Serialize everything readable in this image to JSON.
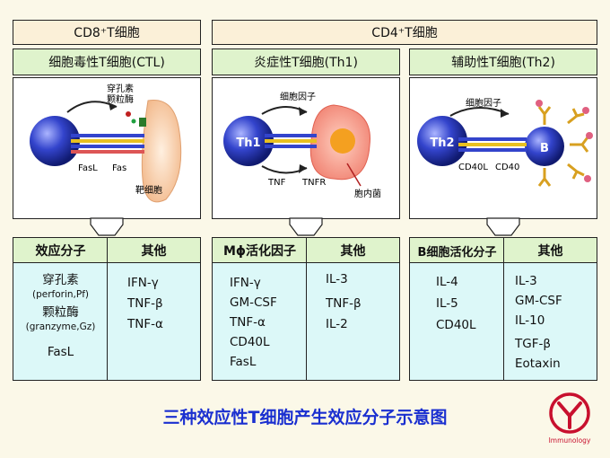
{
  "groups": {
    "cd8": {
      "label": "CD8⁺T细胞"
    },
    "cd4": {
      "label": "CD4⁺T细胞"
    }
  },
  "panels": [
    {
      "title": "细胞毒性T细胞(CTL)",
      "diagram": {
        "labels": [
          "穿孔素",
          "颗粒酶",
          "FasL",
          "Fas",
          "靶细胞"
        ]
      },
      "effector_header": "效应分子",
      "other_header": "其他",
      "effector_items": [
        {
          "name": "穿孔素",
          "note": "(perforin,Pf)"
        },
        {
          "name": "颗粒酶",
          "note": "(granzyme,Gz)"
        },
        {
          "name": "FasL",
          "note": ""
        }
      ],
      "other_items": [
        "IFN-γ",
        "TNF-β",
        "TNF-α"
      ]
    },
    {
      "title": "炎症性T细胞(Th1)",
      "diagram": {
        "cell": "Th1",
        "labels": [
          "细胞因子",
          "TNF",
          "TNFR",
          "胞内菌"
        ]
      },
      "effector_header": "Mϕ活化因子",
      "other_header": "其他",
      "effector_items": [
        "IFN-γ",
        "GM-CSF",
        "TNF-α",
        "CD40L",
        "FasL"
      ],
      "other_items": [
        "IL-3",
        "TNF-β",
        "IL-2"
      ]
    },
    {
      "title": "辅助性T细胞(Th2)",
      "diagram": {
        "cell": "Th2",
        "bcell": "B",
        "labels": [
          "细胞因子",
          "CD40L",
          "CD40"
        ]
      },
      "effector_header": "B细胞活化分子",
      "other_header": "其他",
      "effector_items": [
        "IL-4",
        "IL-5",
        "CD40L"
      ],
      "other_items": [
        "IL-3",
        "GM-CSF",
        "IL-10",
        "TGF-β",
        "Eotaxin"
      ]
    }
  ],
  "footer": {
    "title": "三种效应性T细胞产生效应分子示意图",
    "logo_text": "Immunology"
  },
  "colors": {
    "header_bg": "#fbf0d8",
    "subheader_bg": "#dff3cc",
    "list_bg": "#dcf8f8",
    "title": "#1a2fd0",
    "logo_red": "#c8102e",
    "cell_blue": "#2233bb"
  }
}
